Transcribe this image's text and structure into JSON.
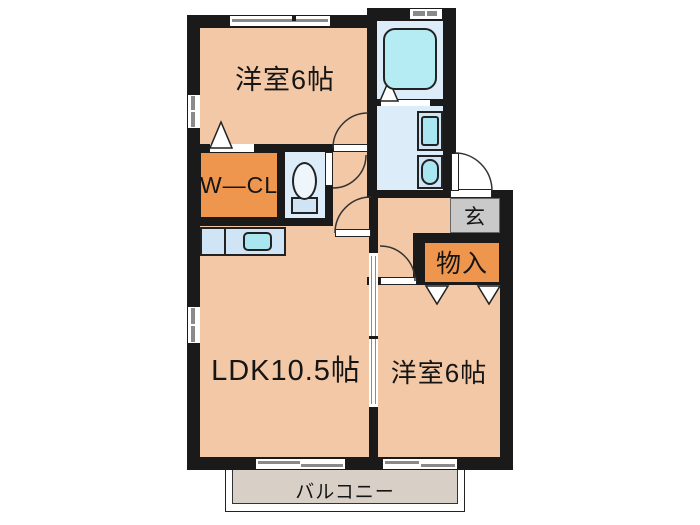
{
  "title": "apartment-floor-plan",
  "rooms": {
    "bedroom_top": {
      "label": "洋室6帖"
    },
    "wcl": {
      "label": "W—CL"
    },
    "genkan": {
      "label": "玄"
    },
    "storage": {
      "label": "物入"
    },
    "ldk": {
      "label": "LDK10.5帖"
    },
    "bedroom_right": {
      "label": "洋室6帖"
    },
    "balcony": {
      "label": "バルコニー"
    }
  },
  "fixtures": [
    "bathtub",
    "washing-machine",
    "wash-basin",
    "toilet",
    "kitchen-sink",
    "kitchen-counter"
  ],
  "colors": {
    "room_fill": "#f2c8a6",
    "closet_fill": "#ef964e",
    "wet_area_fill": "#dcecf8",
    "fixture_fill": "#a9e6f0",
    "entrance_fill": "#c9c9c9",
    "balcony_fill": "#d8d0c6",
    "wall": "#1a1a1a"
  }
}
